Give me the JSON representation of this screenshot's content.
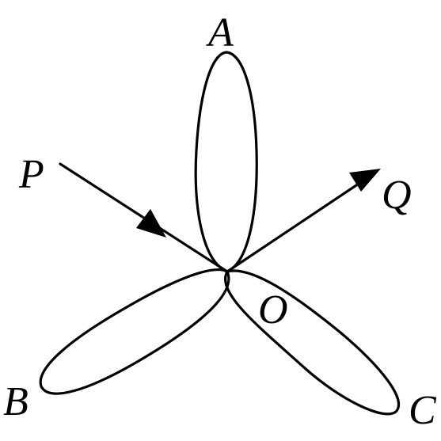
{
  "labels": {
    "A": "A",
    "B": "B",
    "C": "C",
    "O": "O",
    "P": "P",
    "Q": "Q"
  },
  "colors": {
    "stroke": "#000000",
    "background": "#ffffff"
  }
}
